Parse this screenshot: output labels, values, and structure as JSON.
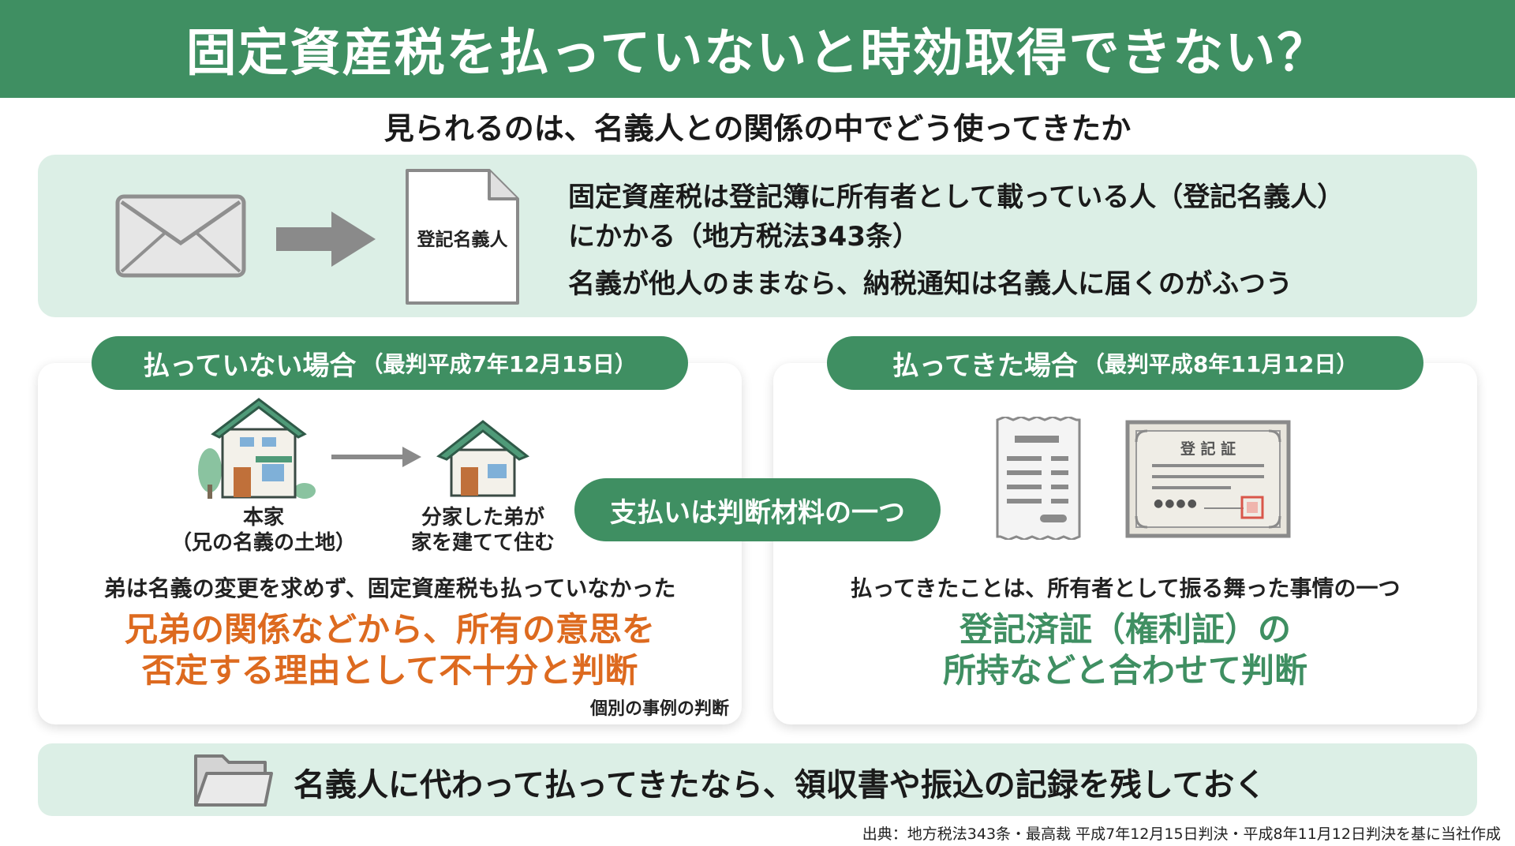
{
  "header": {
    "title": "固定資産税を払っていないと時効取得できない？"
  },
  "subtitle": "見られるのは、名義人との関係の中でどう使ってきたか",
  "top_panel": {
    "document_label": "登記名義人",
    "line1": "固定資産税は登記簿に所有者として載っている人（登記名義人）",
    "line2": "にかかる（地方税法343条）",
    "line3": "名義が他人のままなら、納税通知は名義人に届くのがふつう"
  },
  "left_card": {
    "pill_main": "払っていない場合",
    "pill_sub": "（最判平成7年12月15日）",
    "house1_line1": "本家",
    "house1_line2": "（兄の名義の土地）",
    "house2_line1": "分家した弟が",
    "house2_line2": "家を建てて住む",
    "statement": "弟は名義の変更を求めず、固定資産税も払っていなかった",
    "conclusion_line1": "兄弟の関係などから、所有の意思を",
    "conclusion_line2": "否定する理由として不十分と判断",
    "note": "個別の事例の判断"
  },
  "center_pill": "支払いは判断材料の一つ",
  "right_card": {
    "pill_main": "払ってきた場合",
    "pill_sub": "（最判平成8年11月12日）",
    "certificate_title": "登 記 証",
    "certificate_dots": "●●●●",
    "statement": "払ってきたことは、所有者として振る舞った事情の一つ",
    "conclusion_line1": "登記済証（権利証）の",
    "conclusion_line2": "所持などと合わせて判断"
  },
  "bottom_banner": "名義人に代わって払ってきたなら、領収書や振込の記録を残しておく",
  "source": "出典：地方税法343条・最高裁 平成7年12月15日判決・平成8年11月12日判決を基に当社作成",
  "icons": {
    "envelope": "envelope-icon",
    "arrow": "arrow-right-icon",
    "document": "document-icon",
    "house_main": "house-icon",
    "house_branch": "small-house-icon",
    "receipt": "receipt-icon",
    "certificate": "certificate-icon",
    "folder": "folder-icon"
  },
  "colors": {
    "primary_green": "#3f8f62",
    "light_green": "#dcefe6",
    "accent_orange": "#dd6a1f"
  }
}
